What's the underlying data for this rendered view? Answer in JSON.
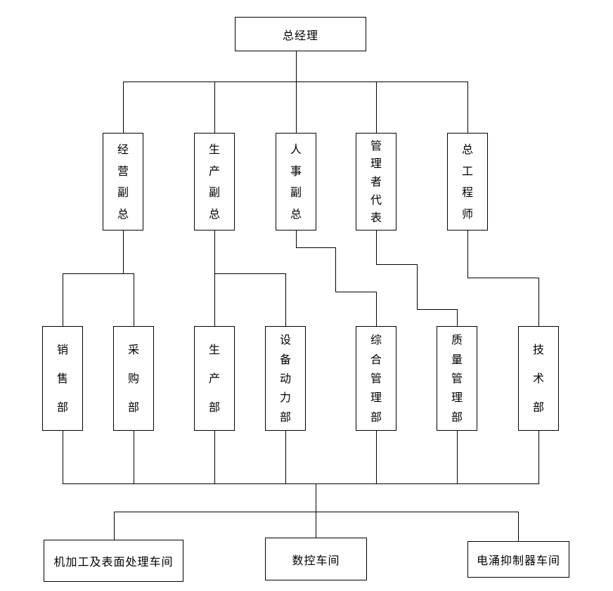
{
  "diagram": {
    "type": "org-chart",
    "background_color": "#ffffff",
    "line_color": "#000000",
    "text_color": "#000000",
    "nodes": {
      "general_manager": {
        "label": "总经理",
        "orientation": "horizontal",
        "level": 1
      },
      "business_vp": {
        "label": "经营副总",
        "orientation": "vertical",
        "level": 2
      },
      "production_vp": {
        "label": "生产副总",
        "orientation": "vertical",
        "level": 2
      },
      "hr_vp": {
        "label": "人事副总",
        "orientation": "vertical",
        "level": 2
      },
      "management_rep": {
        "label": "管理者代表",
        "orientation": "vertical",
        "level": 2
      },
      "chief_engineer": {
        "label": "总工程师",
        "orientation": "vertical",
        "level": 2
      },
      "sales_dept": {
        "label": "销售部",
        "orientation": "vertical",
        "level": 3
      },
      "purchasing_dept": {
        "label": "采购部",
        "orientation": "vertical",
        "level": 3
      },
      "production_dept": {
        "label": "生产部",
        "orientation": "vertical",
        "level": 3
      },
      "equipment_power_dept": {
        "label": "设备动力部",
        "orientation": "vertical",
        "level": 3
      },
      "general_mgmt_dept": {
        "label": "综合管理部",
        "orientation": "vertical",
        "level": 3
      },
      "quality_mgmt_dept": {
        "label": "质量管理部",
        "orientation": "vertical",
        "level": 3
      },
      "technology_dept": {
        "label": "技术部",
        "orientation": "vertical",
        "level": 3
      },
      "machining_workshop": {
        "label": "机加工及表面处理车间",
        "orientation": "horizontal",
        "level": 4
      },
      "cnc_workshop": {
        "label": "数控车间",
        "orientation": "horizontal",
        "level": 4
      },
      "surge_workshop": {
        "label": "电涌抑制器车间",
        "orientation": "horizontal",
        "level": 4
      }
    },
    "edges": [
      {
        "from": "general_manager",
        "to": "business_vp"
      },
      {
        "from": "general_manager",
        "to": "production_vp"
      },
      {
        "from": "general_manager",
        "to": "hr_vp"
      },
      {
        "from": "general_manager",
        "to": "management_rep"
      },
      {
        "from": "general_manager",
        "to": "chief_engineer"
      },
      {
        "from": "business_vp",
        "to": "sales_dept"
      },
      {
        "from": "business_vp",
        "to": "purchasing_dept"
      },
      {
        "from": "production_vp",
        "to": "production_dept"
      },
      {
        "from": "production_vp",
        "to": "equipment_power_dept"
      },
      {
        "from": "hr_vp",
        "to": "general_mgmt_dept"
      },
      {
        "from": "management_rep",
        "to": "quality_mgmt_dept"
      },
      {
        "from": "chief_engineer",
        "to": "technology_dept"
      },
      {
        "from": "department_bus",
        "to": "machining_workshop"
      },
      {
        "from": "department_bus",
        "to": "cnc_workshop"
      },
      {
        "from": "department_bus",
        "to": "surge_workshop"
      }
    ],
    "department_bus_members": [
      "sales_dept",
      "purchasing_dept",
      "production_dept",
      "equipment_power_dept",
      "general_mgmt_dept",
      "quality_mgmt_dept",
      "technology_dept"
    ]
  }
}
